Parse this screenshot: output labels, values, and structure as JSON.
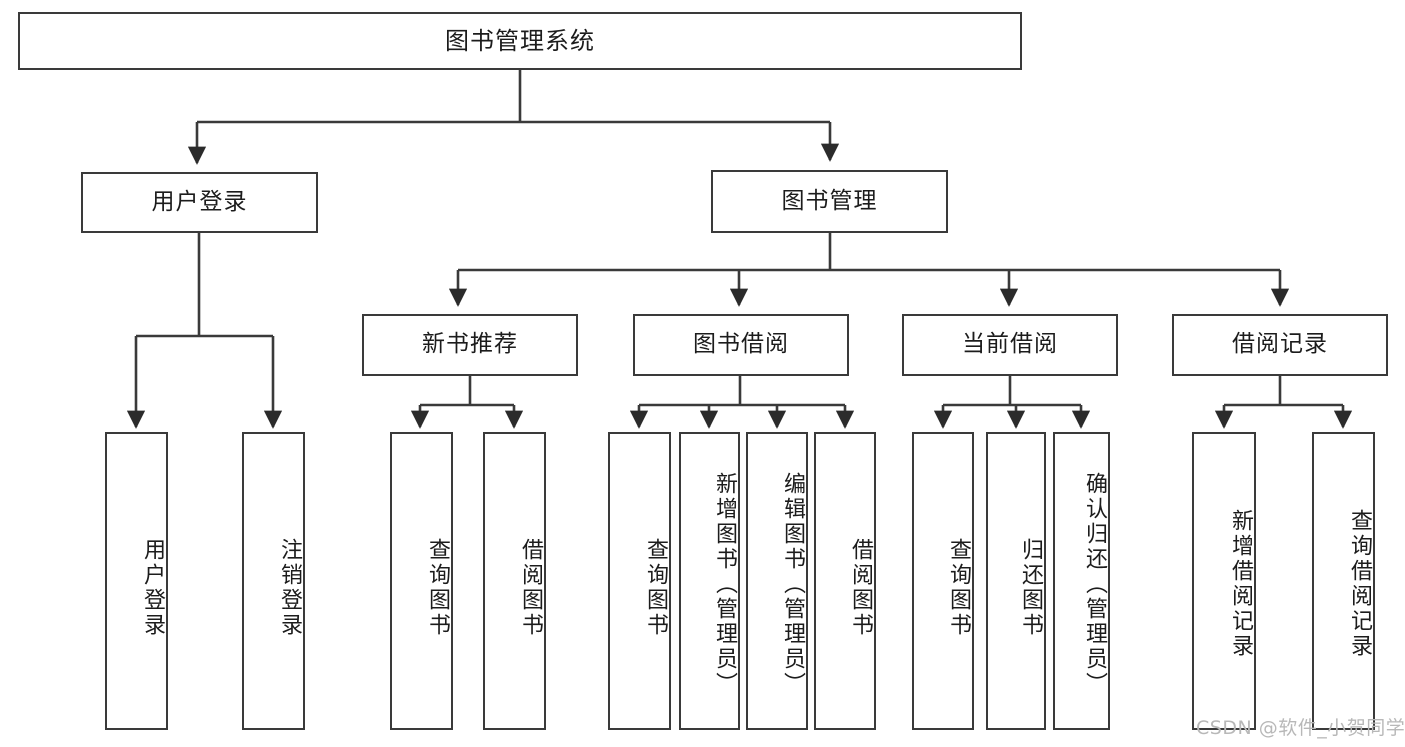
{
  "diagram": {
    "title_node": {
      "label": "图书管理系统"
    },
    "level1": [
      {
        "label": "用户登录"
      },
      {
        "label": "图书管理"
      }
    ],
    "level2": [
      {
        "label": "新书推荐"
      },
      {
        "label": "图书借阅"
      },
      {
        "label": "当前借阅"
      },
      {
        "label": "借阅记录"
      }
    ],
    "leaves": [
      {
        "label": "用户登录"
      },
      {
        "label": "注销登录"
      },
      {
        "label": "查询图书"
      },
      {
        "label": "借阅图书"
      },
      {
        "label": "查询图书"
      },
      {
        "label": "新增图书（管理员）"
      },
      {
        "label": "编辑图书（管理员）"
      },
      {
        "label": "借阅图书"
      },
      {
        "label": "查询图书"
      },
      {
        "label": "归还图书"
      },
      {
        "label": "确认归还（管理员）"
      },
      {
        "label": "新增借阅记录"
      },
      {
        "label": "查询借阅记录"
      }
    ]
  },
  "watermark": {
    "text": "CSDN @软件_小贺同学"
  },
  "colors": {
    "stroke": "#3a3a3a",
    "text": "#1c1c1c",
    "background": "#ffffff",
    "watermark": "#b8b8b8"
  }
}
